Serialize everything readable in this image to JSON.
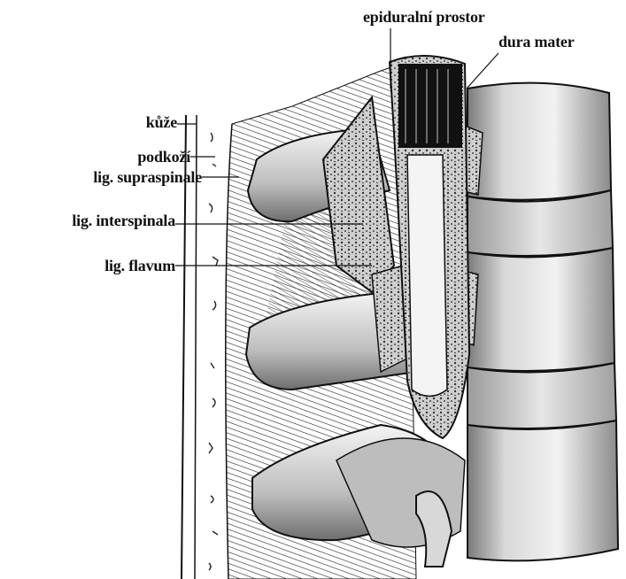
{
  "labels": {
    "epidural_space": "epiduralní prostor",
    "dura_mater": "dura mater",
    "skin": "kůže",
    "subcutis": "podkoží",
    "supraspinous_ligament": "lig. supraspinale",
    "interspinous_ligament": "lig. interspinala",
    "ligamentum_flavum": "lig. flavum"
  }
}
